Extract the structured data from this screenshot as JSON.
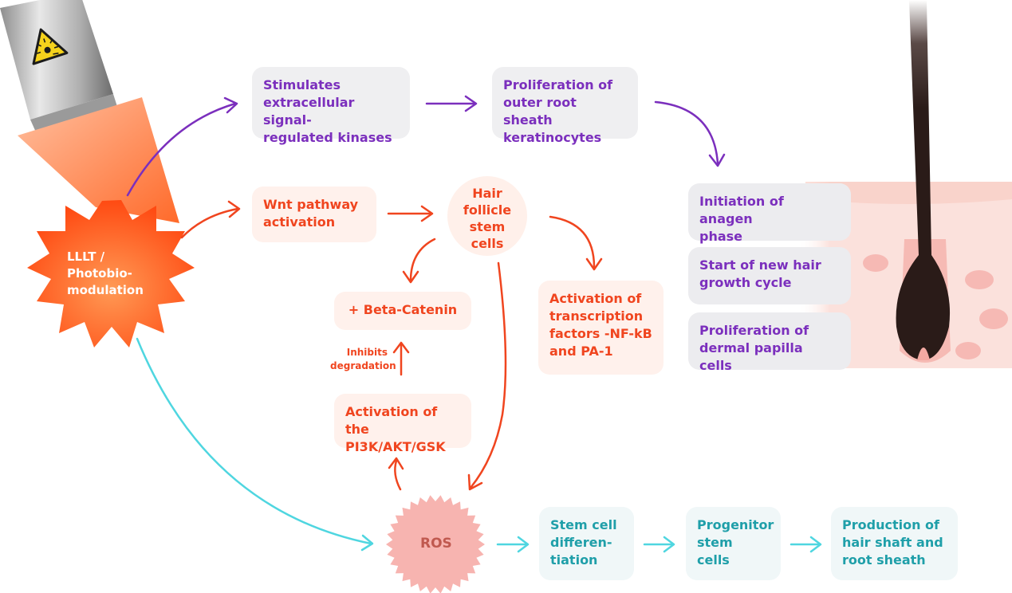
{
  "source": {
    "label": "LLLT /\nPhotobio-\nmodulation"
  },
  "ros": {
    "label": "ROS"
  },
  "hair_follicle_stem_cells": {
    "label": "Hair\nfollicle\nstem cells"
  },
  "purple_path": {
    "erk": "Stimulates\nextracellular signal-\nregulated kinases",
    "ors": "Proliferation of\nouter root sheath\nkeratinocytes"
  },
  "outcomes": {
    "anagen": "Initiation of anagen\nphase",
    "new_cycle": "Start of new hair\ngrowth cycle",
    "dermal_papilla": "Proliferation of\ndermal papilla cells"
  },
  "orange_path": {
    "wnt": "Wnt pathway\nactivation",
    "beta_catenin": "+ Beta-Catenin",
    "inhibits": "Inhibits\ndegradation",
    "pi3k": "Activation of the\nPI3K/AKT/GSK",
    "transcription": "Activation of\ntranscription\nfactors -NF-kB\nand PA-1"
  },
  "teal_path": {
    "differentiation": "Stem cell\ndifferen-\ntiation",
    "progenitor": "Progenitor\nstem\ncells",
    "production": "Production of\nhair shaft and\nroot sheath"
  },
  "colors": {
    "purple": "#7b2fbd",
    "orange": "#f0451f",
    "teal": "#4fd6e0",
    "skin": "#fbe1dc",
    "hair": "#2a1b18"
  },
  "icons": {
    "laser_warning": "laser-warning-icon"
  }
}
